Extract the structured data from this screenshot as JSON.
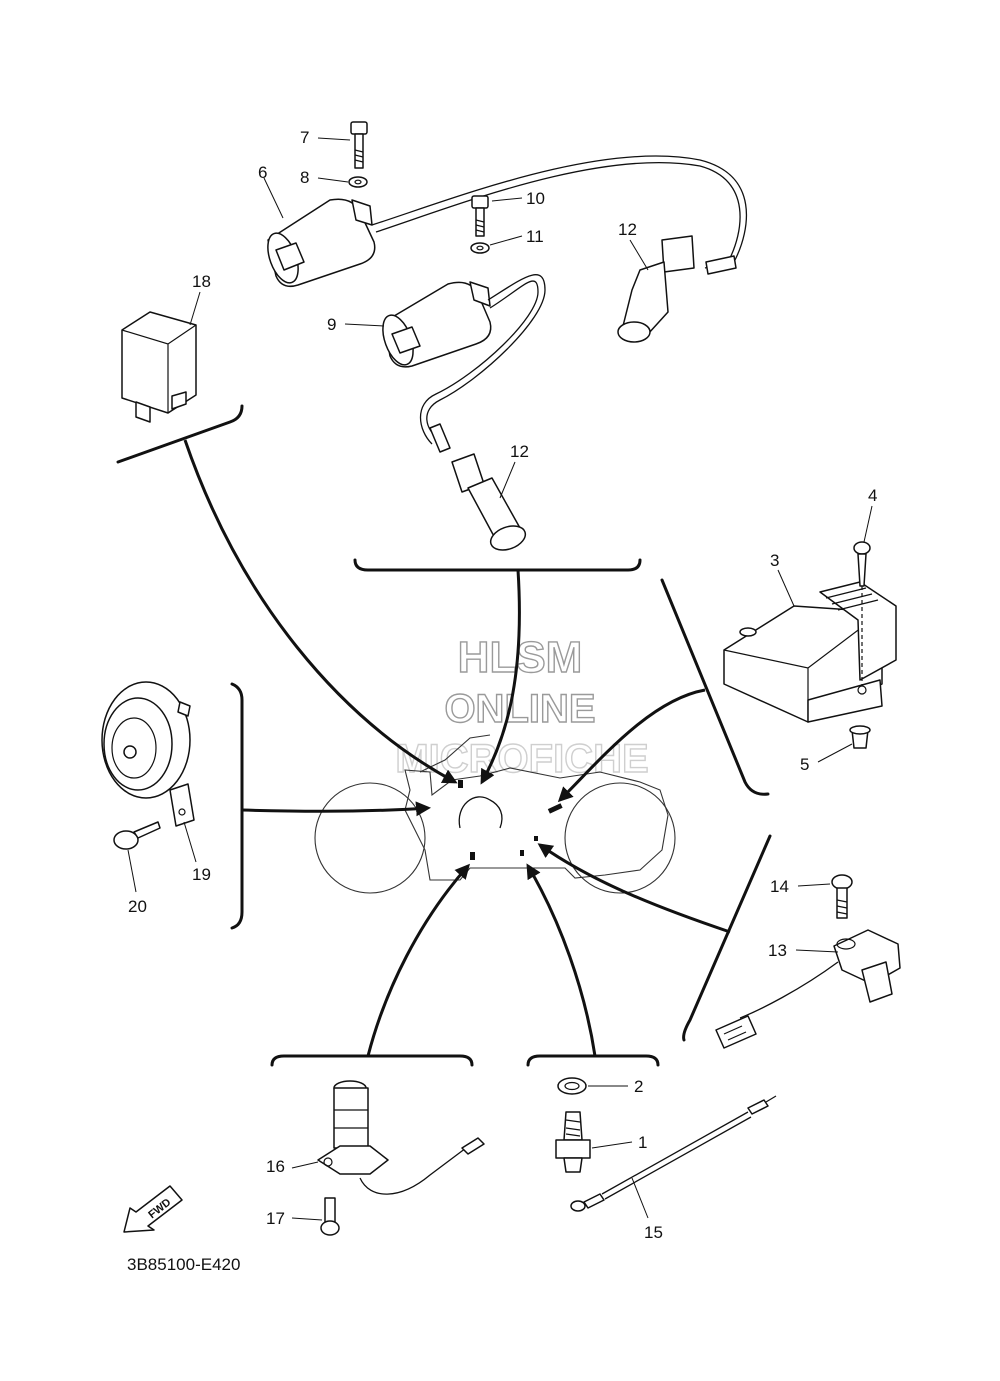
{
  "diagram_code": "3B85100-E420",
  "watermark": {
    "line1": "HLSM",
    "line2": "ONLINE",
    "line3": "MICROFICHE"
  },
  "fwd_label": "FWD",
  "callouts": {
    "c1": "1",
    "c2": "2",
    "c3": "3",
    "c4": "4",
    "c5": "5",
    "c6": "6",
    "c7": "7",
    "c8": "8",
    "c9": "9",
    "c10": "10",
    "c11": "11",
    "c12a": "12",
    "c12b": "12",
    "c13": "13",
    "c14": "14",
    "c15": "15",
    "c16": "16",
    "c17": "17",
    "c18": "18",
    "c19": "19",
    "c20": "20"
  }
}
